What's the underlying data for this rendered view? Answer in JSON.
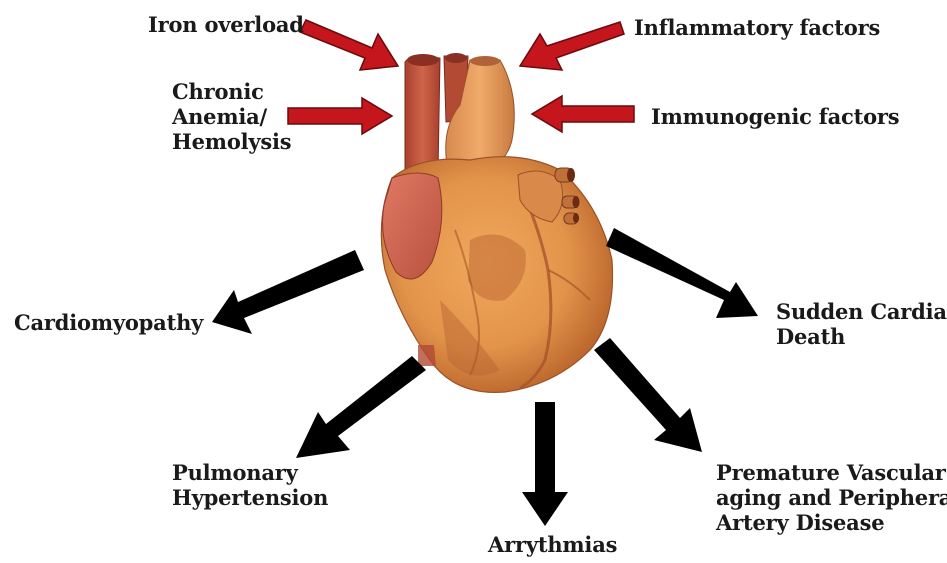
{
  "colors": {
    "cause_arrow": "#c4161c",
    "cause_arrow_edge": "#6a0a0e",
    "effect_arrow": "#000000",
    "heart_main": "#e2944a",
    "heart_dark": "#b8622b",
    "vessel": "#c0533c"
  },
  "icons": {
    "heart": "heart-illustration-icon"
  },
  "causes": {
    "iron_overload": "Iron overload",
    "inflammatory": "Inflammatory factors",
    "anemia": [
      "Chronic",
      "Anemia/",
      "Hemolysis"
    ],
    "immunogenic": "Immunogenic factors"
  },
  "effects": {
    "cardiomyopathy": "Cardiomyopathy",
    "sudden_death": [
      "Sudden Cardiac",
      "Death"
    ],
    "pulmonary": [
      "Pulmonary",
      "Hypertension"
    ],
    "arrythmias": "Arrythmias",
    "vascular": [
      "Premature Vascular",
      "aging and Peripheral",
      "Artery Disease"
    ]
  }
}
